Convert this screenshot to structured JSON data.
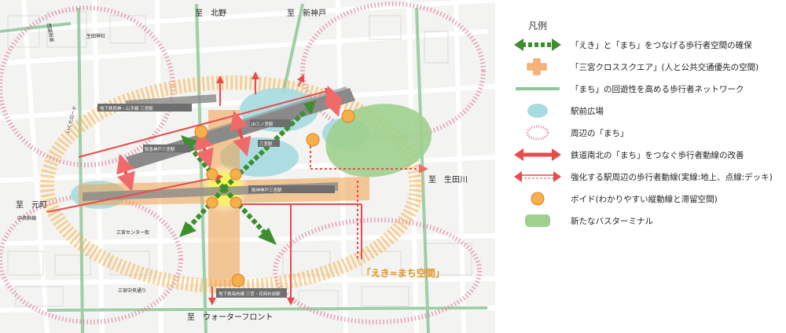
{
  "map": {
    "directions": {
      "north": "至　北野",
      "northeast": "至　新神戸",
      "east": "至　生田川",
      "west": "至　元町",
      "south": "至　ウォーターフロント"
    },
    "road_labels": {
      "chuo_kansen": "中央幹線",
      "sannomiya_center": "三宮センター街",
      "sannomiya_chuo": "三宮中央通り",
      "ikuta": "いくたロード",
      "nishi_kaido": "西国街道",
      "ikuta_shrine": "生田神社"
    },
    "stations": {
      "subway_seishin": "地下鉄西神・山手線 三宮駅",
      "hankyu": "阪急神戸三宮駅",
      "jr": "JR三ノ宮駅",
      "portliner": "三宮駅",
      "hanshin": "阪神神戸三宮駅",
      "subway_kaigan": "地下鉄海岸線 三宮・花時計前駅"
    },
    "area_label": "「えき≈まち空間」"
  },
  "legend": {
    "title": "凡例",
    "items": [
      {
        "symbol": "green-dashed-double-arrow",
        "text": "「えき」と「まち」をつなげる歩行者空間の確保"
      },
      {
        "symbol": "orange-cross",
        "text": "「三宮クロススクエア」(人と公共交通優先の空間)"
      },
      {
        "symbol": "green-line",
        "text": "「まち」の回遊性を高める歩行者ネットワーク"
      },
      {
        "symbol": "teal-ellipse",
        "text": "駅前広場"
      },
      {
        "symbol": "pink-dotted-ellipse",
        "text": "周辺の「まち」"
      },
      {
        "symbol": "red-double-arrow",
        "text": "鉄道南北の「まち」をつなぐ歩行者動線の改善"
      },
      {
        "symbol": "red-double-line-arrow",
        "text": "強化する駅周辺の歩行者動線(実線:地上、点線:デッキ)"
      },
      {
        "symbol": "orange-circle",
        "text": "ボイド(わかりやすい縦動線と滞留空間)"
      },
      {
        "symbol": "green-rectangle",
        "text": "新たなバスターミナル"
      }
    ]
  },
  "colors": {
    "green_arrow": "#3e8e2f",
    "orange": "#f2a04a",
    "walk_green": "#8fc79a",
    "plaza_teal": "#a6dbe0",
    "pink_dot": "#e07aa0",
    "red": "#e94b4b",
    "void": "#f5b04a",
    "bus": "#9fd08e"
  }
}
